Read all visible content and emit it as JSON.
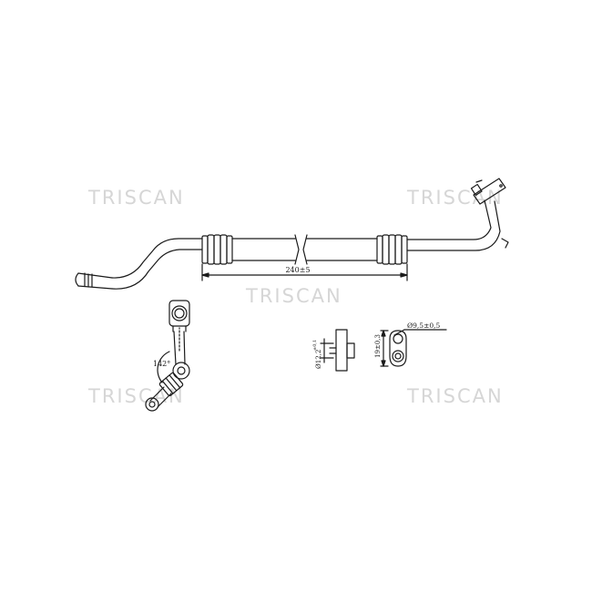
{
  "watermark": {
    "text": "TRISCAN",
    "color": "#d6d6d6"
  },
  "dimensions": {
    "length": "240±5",
    "angle": "142°",
    "diameter_a": "Ø12,2",
    "diameter_a_tol": "±0,1",
    "width_b": "19±0,3",
    "diameter_b": "Ø9,5±0,5"
  },
  "colors": {
    "line": "#1a1a1a",
    "background": "#ffffff"
  }
}
